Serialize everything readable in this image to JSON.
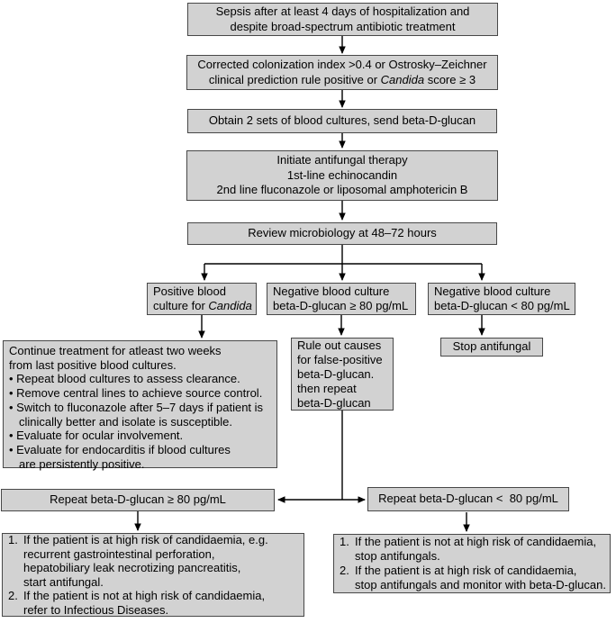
{
  "colors": {
    "box_fill": "#d2d2d2",
    "box_border": "#484848",
    "arrow": "#000000",
    "text": "#000000",
    "background": "#ffffff"
  },
  "nodes": {
    "sepsis": {
      "text": "Sepsis after at least 4 days of hospitalization and\ndespite broad-spectrum antibiotic treatment"
    },
    "colonization": {
      "line1": "Corrected colonization index >0.4 or Ostrosky–Zeichner",
      "line2_pre": "clinical prediction rule positive or ",
      "line2_italic": "Candida",
      "line2_post": " score ≥ 3"
    },
    "cultures": {
      "text": "Obtain 2 sets of blood cultures, send beta-D-glucan"
    },
    "initiate": {
      "text": "Initiate antifungal therapy\n1st-line echinocandin\n2nd line fluconazole or liposomal amphotericin B"
    },
    "review": {
      "text": "Review microbiology at 48–72 hours"
    },
    "positive_culture": {
      "line1": "Positive blood",
      "line2_pre": "culture for ",
      "line2_italic": "Candida"
    },
    "negative_high": {
      "text": "Negative blood culture\nbeta-D-glucan ≥ 80 pg/mL"
    },
    "negative_low": {
      "text": "Negative blood culture\nbeta-D-glucan < 80 pg/mL"
    },
    "continue_treatment": {
      "intro": "Continue treatment for atleast two weeks\nfrom last positive blood cultures.",
      "bullets": [
        "Repeat blood cultures to assess clearance.",
        "Remove central lines to achieve source control.",
        "Switch to fluconazole after 5–7 days if patient is\nclinically better and isolate is susceptible.",
        "Evaluate for ocular involvement.",
        "Evaluate for endocarditis if blood cultures\nare persistently positive."
      ]
    },
    "rule_out": {
      "text": "Rule out causes\nfor false-positive\nbeta-D-glucan.\nthen repeat\nbeta-D-glucan"
    },
    "stop_antifungal": {
      "text": "Stop antifungal"
    },
    "repeat_high": {
      "text": "Repeat beta-D-glucan ≥ 80 pg/mL"
    },
    "repeat_low": {
      "text": "Repeat beta-D-glucan <  80 pg/mL"
    },
    "high_risk_outcome": {
      "items": [
        {
          "num": "1.",
          "text": "If the patient is at high risk of candidaemia, e.g.\nrecurrent gastrointestinal perforation,\nhepatobiliary leak necrotizing pancreatitis,\nstart antifungal."
        },
        {
          "num": "2.",
          "text": "If the patient is not at high risk of candidaemia,\nrefer to Infectious Diseases."
        }
      ]
    },
    "low_risk_outcome": {
      "items": [
        {
          "num": "1.",
          "text": "If the patient is not at high risk of candidaemia,\nstop antifungals."
        },
        {
          "num": "2.",
          "text": "If the patient is at high risk of candidaemia,\nstop antifungals and monitor with beta-D-glucan."
        }
      ]
    }
  }
}
